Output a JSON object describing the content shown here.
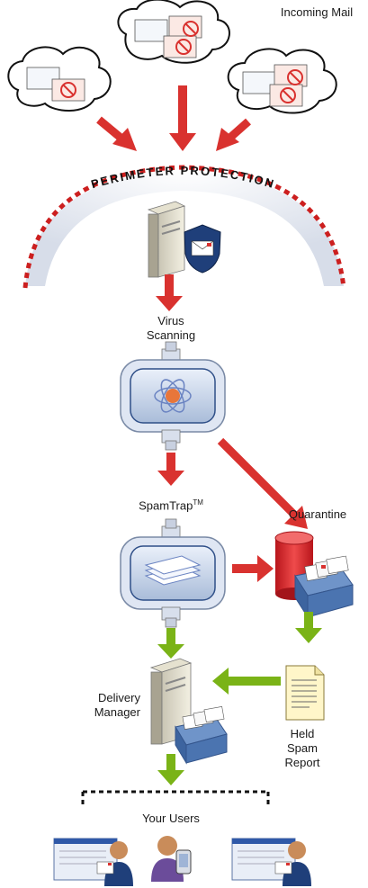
{
  "labels": {
    "incoming_mail": "Incoming Mail",
    "perimeter": "PERIMETER PROTECTION",
    "virus_line1": "Virus",
    "virus_line2": "Scanning",
    "spamtrap": "SpamTrap",
    "spamtrap_tm": "TM",
    "quarantine": "Quarantine",
    "delivery_line1": "Delivery",
    "delivery_line2": "Manager",
    "held_line1": "Held",
    "held_line2": "Spam",
    "held_line3": "Report",
    "your_users": "Your Users"
  },
  "colors": {
    "red_arrow": "#d9322f",
    "green_arrow": "#7ab317",
    "dashed_red": "#cc1f1f",
    "dashed_black": "#111111"
  },
  "icons": {
    "clouds": "mail-cloud-icon",
    "server": "server-icon",
    "filter": "filter-device-icon",
    "database": "quarantine-database-icon",
    "report": "document-icon",
    "users": "user-icon"
  }
}
